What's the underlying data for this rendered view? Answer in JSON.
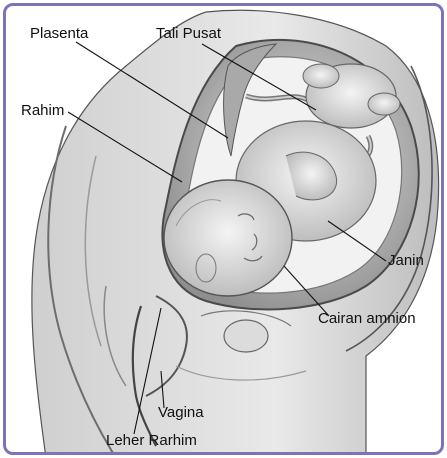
{
  "frame_color": "#7b74b8",
  "labels": {
    "plasenta": "Plasenta",
    "tali_pusat": "Tali Pusat",
    "rahim": "Rahim",
    "janin": "Janin",
    "cairan_amnion": "Cairan amnion",
    "vagina": "Vagina",
    "leher_rarhim": "Leher Rarhim"
  }
}
